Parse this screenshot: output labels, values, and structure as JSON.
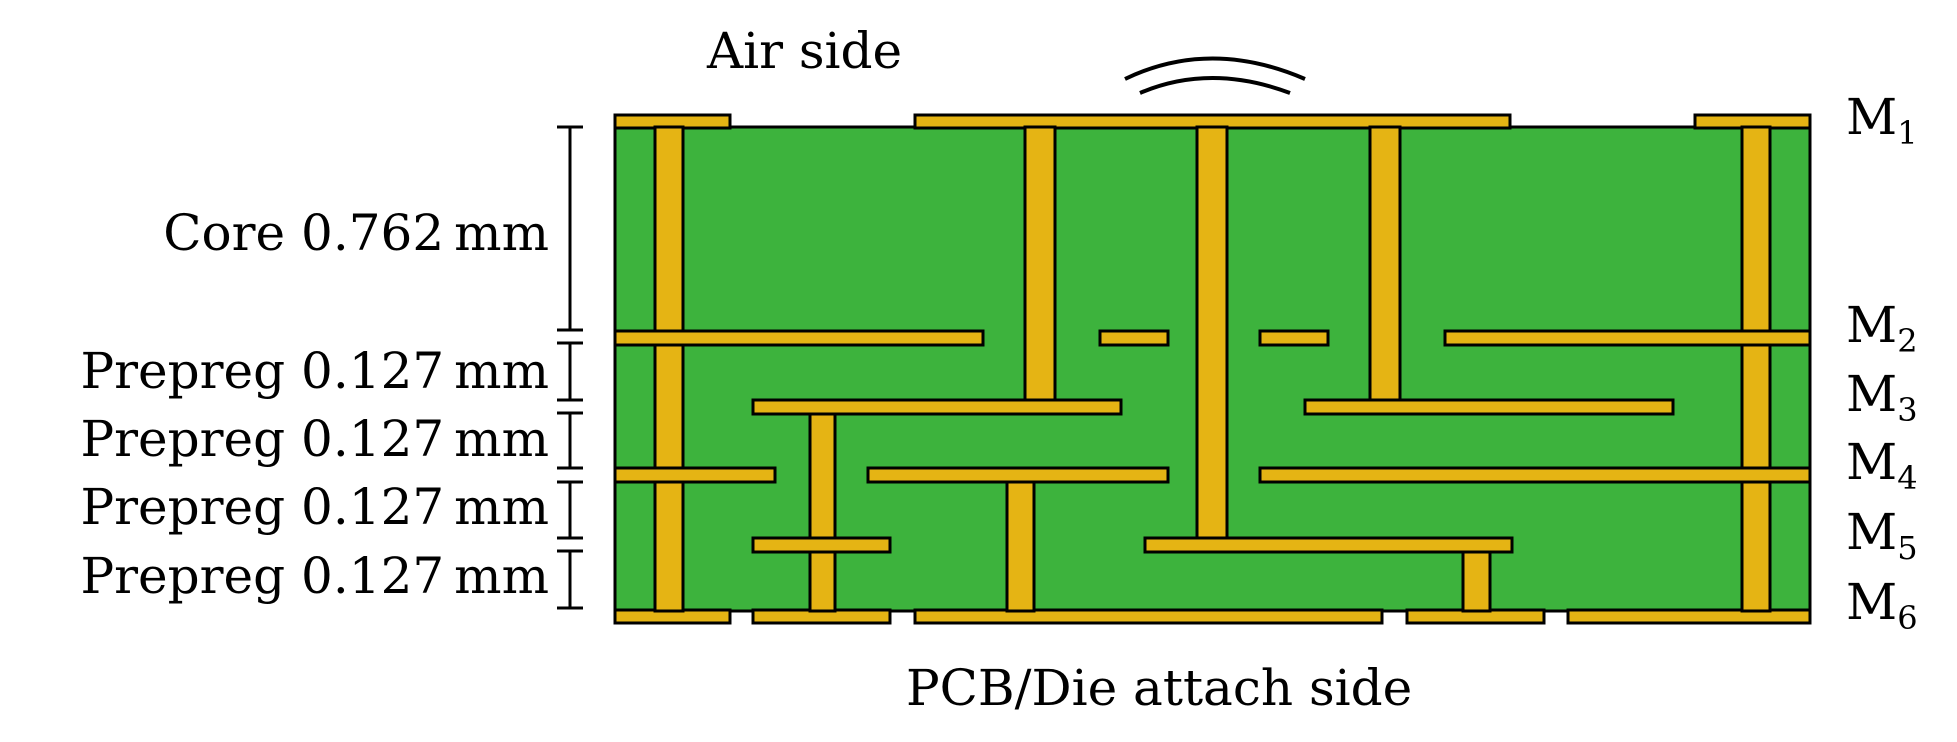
{
  "top_label": "Air side",
  "bottom_label": "PCB/Die attach side",
  "layers": [
    {
      "label": "Core 0.762 mm"
    },
    {
      "label": "Prepreg 0.127 mm"
    },
    {
      "label": "Prepreg 0.127 mm"
    },
    {
      "label": "Prepreg 0.127 mm"
    }
  ],
  "metals": [
    {
      "name": "M",
      "sub": "1"
    },
    {
      "name": "M",
      "sub": "2"
    },
    {
      "name": "M",
      "sub": "3"
    },
    {
      "name": "M",
      "sub": "4"
    },
    {
      "name": "M",
      "sub": "5"
    },
    {
      "name": "M",
      "sub": "6"
    }
  ],
  "colors": {
    "substrate": "#3db33d",
    "metal": "#e5b414",
    "outline": "#000000"
  }
}
